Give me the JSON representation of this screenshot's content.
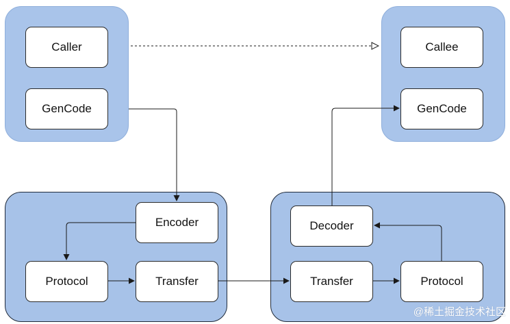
{
  "caller_group": {
    "top": "Caller",
    "bottom": "GenCode"
  },
  "callee_group": {
    "top": "Callee",
    "bottom": "GenCode"
  },
  "sender": {
    "encoder": "Encoder",
    "protocol": "Protocol",
    "transfer": "Transfer"
  },
  "receiver": {
    "decoder": "Decoder",
    "transfer": "Transfer",
    "protocol": "Protocol"
  },
  "watermark": "@稀土掘金技术社区",
  "colors": {
    "panel": "#a9c4ea",
    "box": "#ffffff",
    "line": "#1a1a1a"
  }
}
